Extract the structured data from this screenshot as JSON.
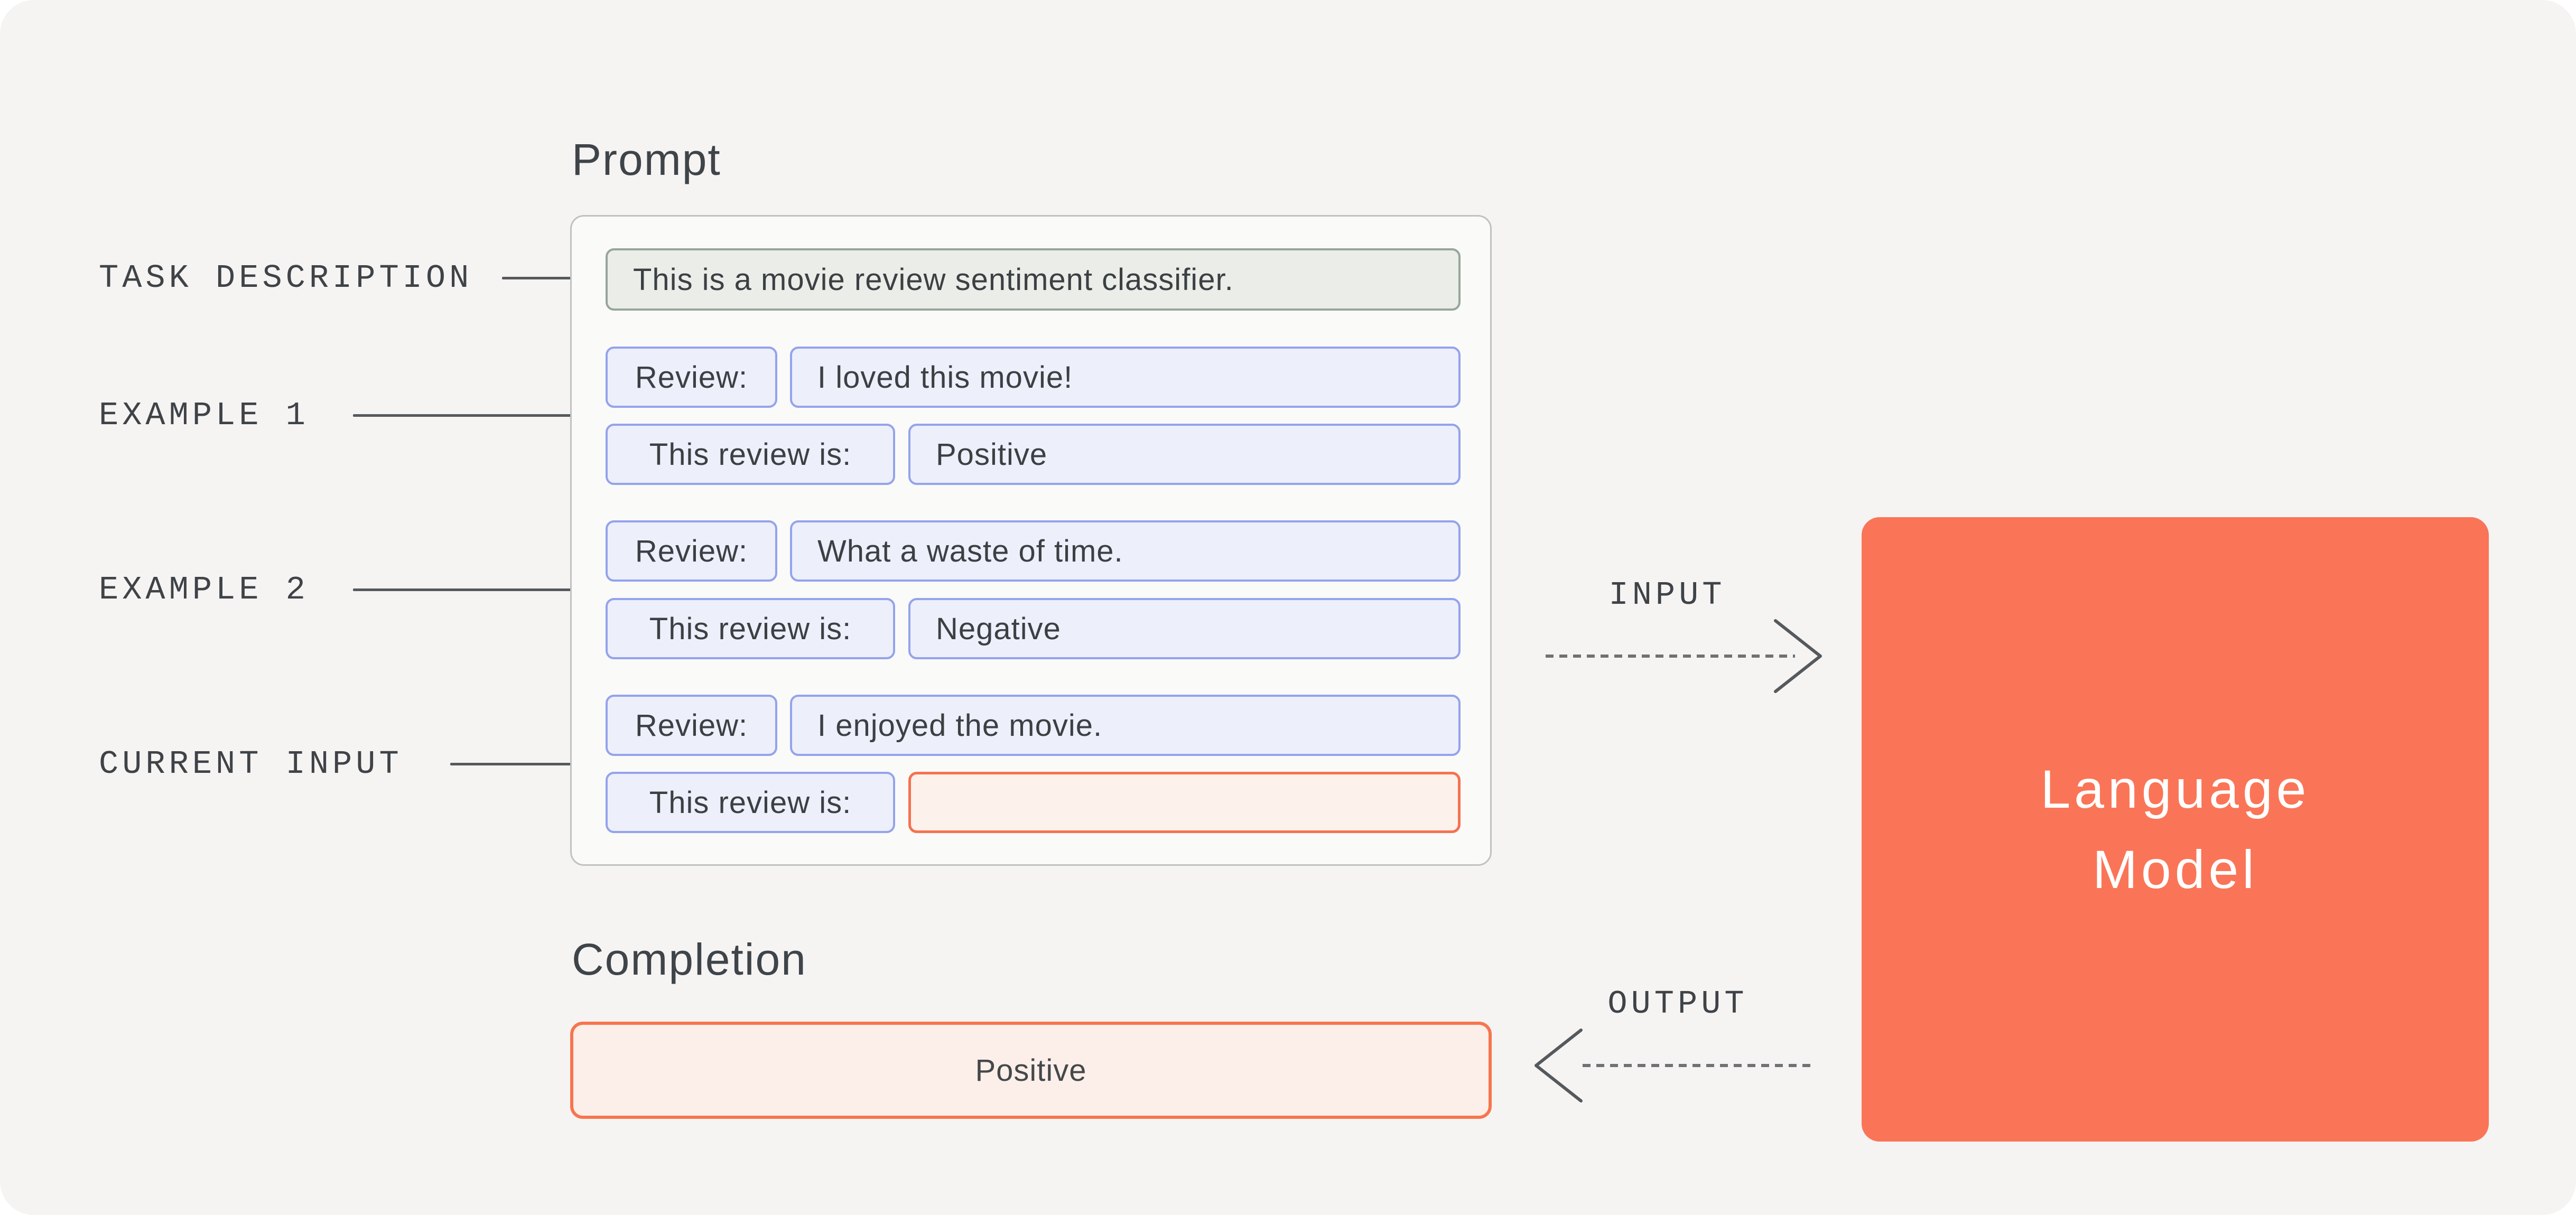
{
  "page": {
    "background": "#F5F4F3",
    "accent_coral": "#FA7557",
    "pill_blue_border": "#94A3EC",
    "pill_blue_fill": "#EDEFFB",
    "task_green_border": "#97A59C",
    "task_green_fill": "#EBEDE9",
    "orange_border": "#F5724F",
    "orange_fill": "#FDF1EC",
    "text_dark": "#3F4347"
  },
  "annotations": {
    "task": "TASK DESCRIPTION",
    "example1": "EXAMPLE 1",
    "example2": "EXAMPLE 2",
    "current_input": "CURRENT INPUT"
  },
  "prompt": {
    "heading": "Prompt",
    "task_description": "This is a movie review sentiment classifier.",
    "examples": [
      {
        "review_label": "Review:",
        "review_text": "I loved this movie!",
        "answer_label": "This review is:",
        "answer_text": "Positive"
      },
      {
        "review_label": "Review:",
        "review_text": "What a waste of time.",
        "answer_label": "This review is:",
        "answer_text": "Negative"
      }
    ],
    "current_input": {
      "review_label": "Review:",
      "review_text": "I enjoyed the movie.",
      "answer_label": "This review is:",
      "answer_text": ""
    }
  },
  "flow": {
    "input_label": "INPUT",
    "output_label": "OUTPUT"
  },
  "model": {
    "line1": "Language",
    "line2": "Model"
  },
  "completion": {
    "heading": "Completion",
    "value": "Positive"
  }
}
